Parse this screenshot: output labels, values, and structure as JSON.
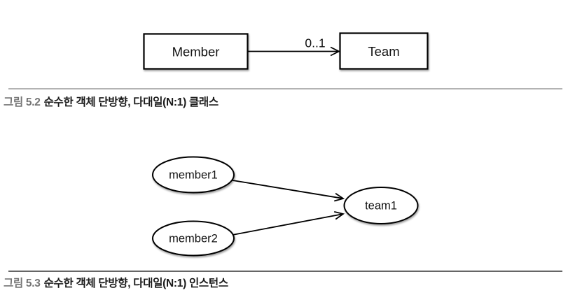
{
  "figure_5_2": {
    "diagram": {
      "member_box_label": "Member",
      "team_box_label": "Team",
      "association_multiplicity": "0..1"
    },
    "caption": {
      "number": "그림 5.2",
      "text": "순수한 객체 단방향, 다대일(N:1) 클래스"
    }
  },
  "figure_5_3": {
    "diagram": {
      "member1_label": "member1",
      "member2_label": "member2",
      "team1_label": "team1"
    },
    "caption": {
      "number": "그림 5.3",
      "text": "순수한 객체 단방향, 다대일(N:1) 인스턴스"
    }
  },
  "colors": {
    "caption_number": "#757575",
    "caption_text": "#1a1a1a",
    "divider_top": "#b3b3b3",
    "divider_bottom": "#666666",
    "shape_stroke": "#000000",
    "shape_fill": "#ffffff"
  }
}
